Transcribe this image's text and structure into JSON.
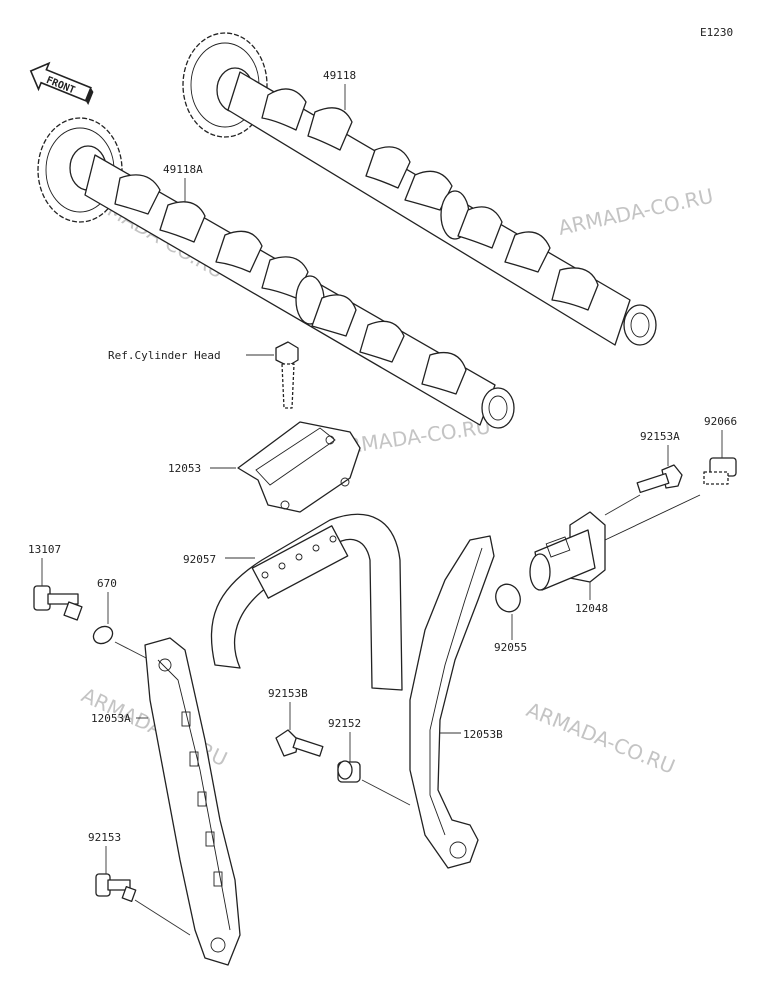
{
  "diagram_code": "E1230",
  "front_label": "FRONT",
  "ref_label": "Ref.Cylinder Head",
  "watermark": "ARMADA-CO.RU",
  "parts": {
    "camshaft_exhaust": "49118",
    "camshaft_intake": "49118A",
    "chain_guide_upper": "12053",
    "timing_chain": "92057",
    "bolt_13107": "13107",
    "oring_670": "670",
    "chain_guide_left": "12053A",
    "bolt_92153B": "92153B",
    "collar_92152": "92152",
    "bolt_92153": "92153",
    "chain_guide_right": "12053B",
    "bolt_92153A": "92153A",
    "plug_92066": "92066",
    "oring_92055": "92055",
    "tensioner_12048": "12048"
  }
}
